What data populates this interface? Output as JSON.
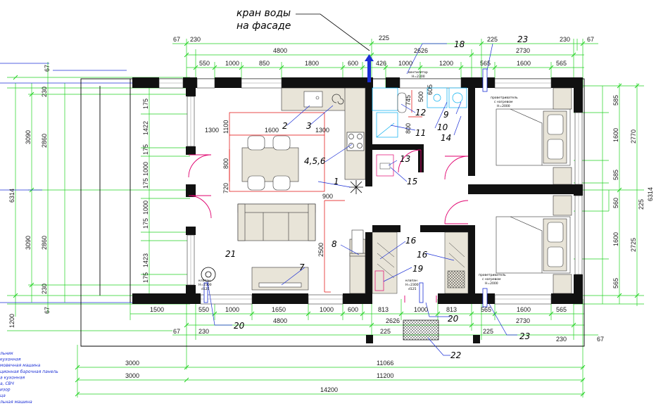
{
  "title": {
    "line1": "кран воды",
    "line2": "на фасаде"
  },
  "dims_top": {
    "r1a": "67",
    "r1b": "230",
    "r1c": "225",
    "r1d": "225",
    "r1e": "230",
    "r1f": "67",
    "r2a": "4800",
    "r2b": "2626",
    "r2c": "2730",
    "r3a": "550",
    "r3b": "1000",
    "r3c": "850",
    "r3d": "1800",
    "r3e": "600",
    "r3f": "426",
    "r3g": "1000",
    "r3h": "1200",
    "r3i": "565",
    "r3j": "1600",
    "r3k": "565"
  },
  "dims_bottom": {
    "r1a": "1500",
    "r1b": "550",
    "r1c": "1000",
    "r1d": "1650",
    "r1e": "1000",
    "r1f": "600",
    "r1g": "813",
    "r1h": "1000",
    "r1i": "813",
    "r1j": "565",
    "r1k": "1600",
    "r1l": "565",
    "r2a": "4800",
    "r2b": "2626",
    "r2c": "2730",
    "r3a": "67",
    "r3b": "230",
    "r3c": "225",
    "r3d": "225",
    "r3e": "230",
    "r3f": "67",
    "t1a": "3000",
    "t1b": "11066",
    "t2a": "3000",
    "t2b": "11200",
    "t3": "14200"
  },
  "dims_left": {
    "a1": "67",
    "a2": "230",
    "a3": "175",
    "a4": "1422",
    "a5": "175",
    "a6": "1000",
    "a7": "175",
    "a8": "1000",
    "a9": "175",
    "a10": "1423",
    "a11": "175",
    "a12": "230",
    "a13": "67",
    "b1": "2860",
    "b2": "2860",
    "c1": "3090",
    "c2": "3090",
    "d1": "6314",
    "e1": "1200"
  },
  "dims_right": {
    "a1": "585",
    "a2": "1600",
    "a3": "585",
    "a4": "560",
    "a5": "1600",
    "a6": "565",
    "b1": "2770",
    "b2": "2725",
    "c1": "225",
    "d1": "6314"
  },
  "kitchen_dims": {
    "k1": "1300",
    "k2": "1600",
    "k3": "1300",
    "k4": "1100",
    "k5": "800",
    "k6": "720",
    "k7": "900",
    "k8": "2500"
  },
  "bath_dims": {
    "b1": "745",
    "b2": "500",
    "b3": "800",
    "b4": "605"
  },
  "callouts": {
    "c1": "1",
    "c2": "2",
    "c3": "3",
    "c456": "4,5,6",
    "c7": "7",
    "c8": "8",
    "c9": "9",
    "c10": "10",
    "c11": "11",
    "c12": "12",
    "c13": "13",
    "c14": "14",
    "c15": "15",
    "c16a": "16",
    "c16b": "16",
    "c18": "18",
    "c19": "19",
    "c20a": "20",
    "c20b": "20",
    "c21": "21",
    "c22": "22",
    "c23a": "23",
    "c23b": "23"
  },
  "notes": {
    "vent": "вентилятор",
    "vent_h": "Н=2300",
    "pr1": "проветриватель",
    "pr1b": "с нагревом",
    "pr1c": "Н=2000",
    "pr2": "проветриватель",
    "pr2b": "с нагревом",
    "pr2c": "Н=2000",
    "kl1": "клапан",
    "kl1b": "Н=2300",
    "kl1c": "d125",
    "kl2": "клапан",
    "kl2b": "Н=2300",
    "kl2c": "d125"
  },
  "legend": [
    "льник",
    "кухонная",
    "мовечная машина",
    "ционная барочная панель",
    "а кухонная",
    "а, СВЧ",
    "изор",
    "ца",
    "льная машина"
  ]
}
